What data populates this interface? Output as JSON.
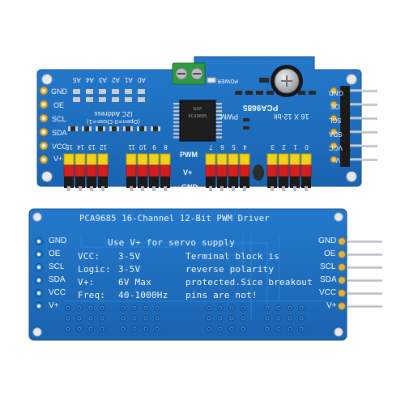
{
  "top_board": {
    "chip_marking": "PCA9685",
    "pwm_label": "PWM",
    "channels_label": "16 X 12-bit",
    "i2c_title": "I2C Address",
    "i2c_note": "(Open=0 Close=1)",
    "address_pins": [
      "A5",
      "A4",
      "A3",
      "A2",
      "A1",
      "A0"
    ],
    "left_pins": [
      "GND",
      "OE",
      "SCL",
      "SDA",
      "VCC",
      "V+"
    ],
    "right_pins": [
      "GND",
      "OE",
      "SCL",
      "SDA",
      "VCC",
      "V+"
    ],
    "pwm_row": "PWM",
    "vplus_row": "V+",
    "gnd_row": "GND",
    "power_label": "POWER",
    "channels": [
      "15",
      "14",
      "13",
      "12",
      "11",
      "10",
      "9",
      "8",
      "7",
      "6",
      "5",
      "4",
      "3",
      "2",
      "1",
      "0"
    ]
  },
  "bottom_board": {
    "title": "PCA9685 16-Channel 12-Bit PWM Driver",
    "use_note": "Use V+ for servo supply",
    "spec_keys": [
      "VCC:",
      "Logic:",
      "V+:",
      "Freq:"
    ],
    "spec_values": [
      "3-5V",
      "3-5V",
      "6V Max",
      "40-1000Hz"
    ],
    "warning_lines": [
      "Terminal block is",
      "reverse polarity",
      "protected.Sice breakout",
      "pins are not!"
    ],
    "left_pins": [
      "GND",
      "OE",
      "SCL",
      "SDA",
      "VCC",
      "V+"
    ],
    "right_pins": [
      "GND",
      "OE",
      "SCL",
      "SDA",
      "VCC",
      "V+"
    ]
  },
  "colors": {
    "pcb_blue": "#1d6fc0",
    "pcb_dark": "#15559a",
    "header_black": "#1b1b1b",
    "terminal_green": "#2e9b3e",
    "pin_yellow": "#f1d21a",
    "pin_red": "#d51f1f",
    "gold": "#d9b44a",
    "silver": "#c9cdd3"
  }
}
